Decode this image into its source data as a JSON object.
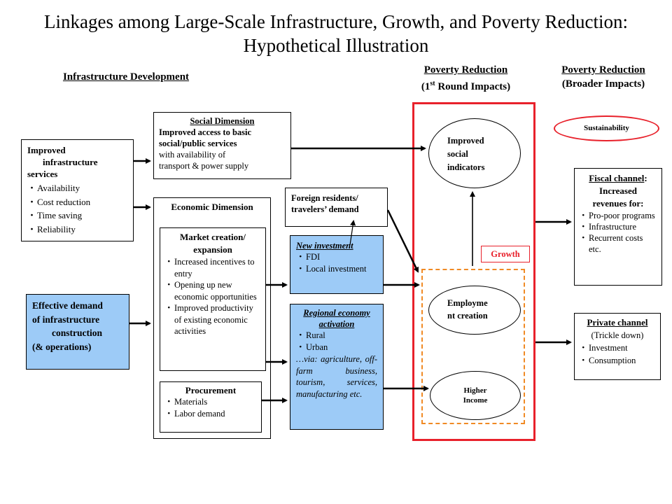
{
  "title": {
    "line1": "Linkages among Large-Scale Infrastructure, Growth, and Poverty Reduction:",
    "line2": "Hypothetical Illustration"
  },
  "headers": {
    "infra_dev": "Infrastructure Development",
    "pr1_line1": "Poverty Reduction",
    "pr1_line2_pre": "(1",
    "pr1_line2_sup": "st",
    "pr1_line2_post": " Round Impacts)",
    "pr2_line1": "Poverty Reduction",
    "pr2_line2": "(Broader Impacts)"
  },
  "improved_infra": {
    "line1": "Improved",
    "line2": "infrastructure",
    "line3": "services",
    "items": [
      "Availability",
      "Cost reduction",
      "Time saving",
      "Reliability"
    ]
  },
  "effective_demand": {
    "line1": "Effective demand",
    "line2": "of infrastructure",
    "line3": "construction",
    "line4": "(& operations)"
  },
  "social_dimension": {
    "title": "Social Dimension",
    "line1": "Improved access to basic",
    "line2": "social/public services",
    "line3": "with availability of",
    "line4": "transport & power supply"
  },
  "economic_dimension": {
    "title": "Economic Dimension",
    "market": {
      "title1": "Market creation/",
      "title2": "expansion",
      "items": [
        "Increased incentives to entry",
        "Opening up new economic opportunities",
        "Improved productivity of existing economic activities"
      ]
    },
    "procurement": {
      "title": "Procurement",
      "items": [
        "Materials",
        "Labor demand"
      ]
    }
  },
  "foreign_residents": {
    "line1": "Foreign residents/",
    "line2": "travelers’ demand"
  },
  "new_investment": {
    "title": "New investment",
    "items": [
      "FDI",
      "Local investment"
    ]
  },
  "regional_economy": {
    "title1": "Regional economy",
    "title2": "activation",
    "items": [
      "Rural",
      "Urban"
    ],
    "via": "…via: agriculture, off-farm business, tourism, services, manufacturing etc."
  },
  "improved_social": {
    "line1": "Improved",
    "line2": "social",
    "line3": "indicators"
  },
  "growth": "Growth",
  "employment": {
    "line1": "Employme",
    "line2": "nt creation"
  },
  "higher_income": {
    "line1": "Higher",
    "line2": "Income"
  },
  "sustainability": "Sustainability",
  "fiscal": {
    "title": "Fiscal channel",
    "colon": ":",
    "line2": "Increased",
    "line3": "revenues for:",
    "items": [
      "Pro-poor programs",
      "Infrastructure",
      "Recurrent costs etc."
    ]
  },
  "private": {
    "title": "Private channel",
    "line2": "(Trickle down)",
    "items": [
      "Investment",
      "Consumption"
    ]
  },
  "colors": {
    "blue_box": "#9dcbf7",
    "red_border": "#e8212b",
    "orange_dashed": "#f08a24",
    "growth_text": "#e8212b"
  }
}
